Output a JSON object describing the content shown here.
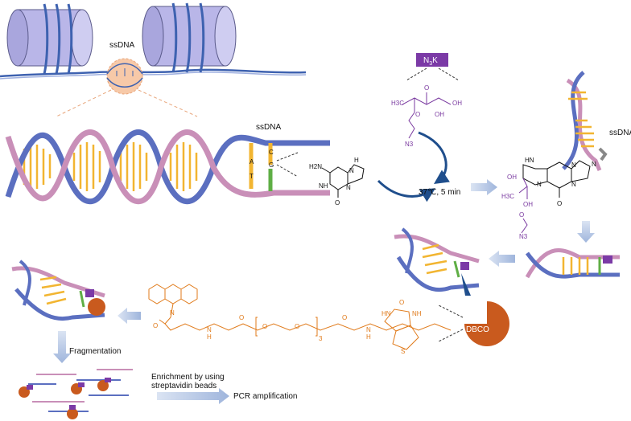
{
  "labels": {
    "ssdna_top": "ssDNA",
    "ssdna_main": "ssDNA",
    "ssdna_right": "ssDNA",
    "n3k": "N3K",
    "n3k_main": "N",
    "n3k_sub": "3",
    "n3k_tail": "K",
    "condition": "37℃, 5 min",
    "fragmentation": "Fragmentation",
    "enrichment_line1": "Enrichment by using",
    "enrichment_line2": "streptavidin   beads",
    "pcr": "PCR amplification",
    "dbco": "DBCO",
    "base_a": "A",
    "base_t": "T",
    "base_c": "C",
    "base_g": "G"
  },
  "chem": {
    "guanine": {
      "n": "N",
      "nh": "NH",
      "h": "H",
      "h2n": "H2N",
      "o": "O"
    },
    "n3k_mol": {
      "h3c": "H3C",
      "o": "O",
      "oh": "OH",
      "n3": "N3"
    },
    "adduct": {
      "hn": "HN",
      "n": "N",
      "h3c": "H3C",
      "oh": "OH",
      "o": "O",
      "n3": "N3"
    },
    "linker": {
      "n": "N",
      "o": "O",
      "h": "H",
      "s": "S",
      "hn": "HN",
      "nh": "NH",
      "repeat": "3"
    }
  },
  "colors": {
    "histone": "#b9b6e8",
    "histone_edge": "#5a5a8a",
    "dna_blue": "#5b6fc0",
    "dna_pink": "#c98fb8",
    "base_yellow": "#f2b531",
    "base_green": "#5fae45",
    "adduct_purple": "#7b3aa6",
    "bead_orange": "#c95a1e",
    "arrow_navy": "#1f4e8c",
    "arrow_light": "#b7c8e6",
    "linker_orange": "#e07a1a",
    "zoom_peach": "#f7c9a8"
  }
}
